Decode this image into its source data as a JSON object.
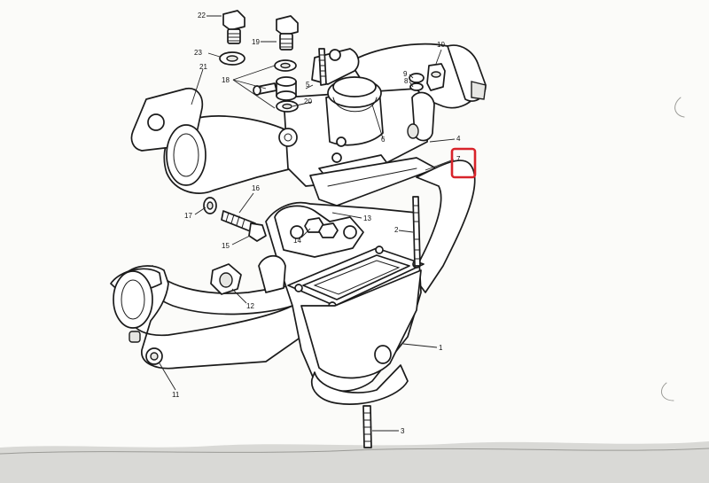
{
  "highlight_color": "#d8232a",
  "callouts": [
    {
      "id": "1",
      "text": "1"
    },
    {
      "id": "2",
      "text": "2"
    },
    {
      "id": "3",
      "text": "3"
    },
    {
      "id": "4",
      "text": "4"
    },
    {
      "id": "5",
      "text": "5"
    },
    {
      "id": "6",
      "text": "6"
    },
    {
      "id": "7",
      "text": "7"
    },
    {
      "id": "8",
      "text": "8"
    },
    {
      "id": "9",
      "text": "9"
    },
    {
      "id": "10",
      "text": "10"
    },
    {
      "id": "11",
      "text": "11"
    },
    {
      "id": "12",
      "text": "12"
    },
    {
      "id": "13",
      "text": "13"
    },
    {
      "id": "14",
      "text": "14"
    },
    {
      "id": "15",
      "text": "15"
    },
    {
      "id": "16",
      "text": "16"
    },
    {
      "id": "17",
      "text": "17"
    },
    {
      "id": "18",
      "text": "18"
    },
    {
      "id": "19",
      "text": "19"
    },
    {
      "id": "20",
      "text": "20"
    },
    {
      "id": "21",
      "text": "21"
    },
    {
      "id": "22",
      "text": "22"
    },
    {
      "id": "23",
      "text": "23"
    }
  ],
  "highlighted_callout": "7"
}
